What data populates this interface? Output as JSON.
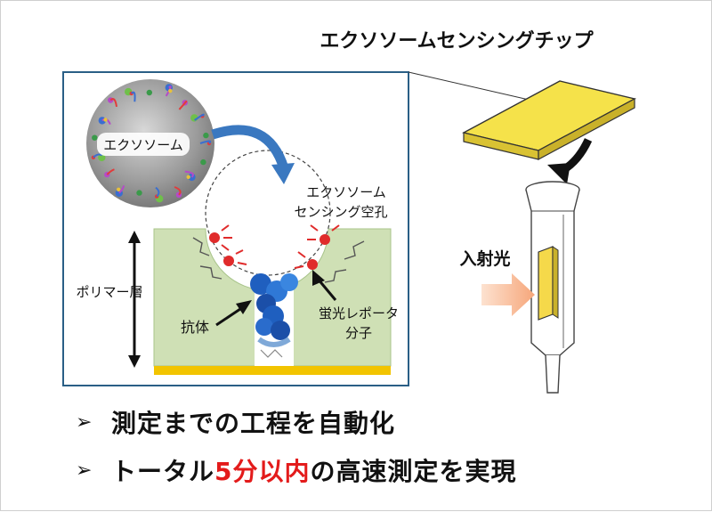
{
  "title": "エクソソームセンシングチップ",
  "inset": {
    "exosome_label": "エクソソーム",
    "cavity_label_1": "エクソソーム",
    "cavity_label_2": "センシング空孔",
    "polymer_label": "ポリマー層",
    "antibody_label": "抗体",
    "reporter_label_1": "蛍光レポータ",
    "reporter_label_2": "分子"
  },
  "incident_light_label": "入射光",
  "bullets": [
    {
      "text": "測定までの工程を自動化"
    },
    {
      "pre": "トータル",
      "highlight": "5分以内",
      "post": "の高速測定を実現"
    }
  ],
  "bullet_mark": "➢",
  "colors": {
    "polymer_green": "#cfe0b5",
    "gold_layer": "#f2c400",
    "chip_yellow": "#f5e24a",
    "highlight_red": "#e31b1b",
    "arrow_blue": "#3a78c0",
    "light_orange": "#f6b48c",
    "antibody_blue": "#1f5fbf"
  }
}
